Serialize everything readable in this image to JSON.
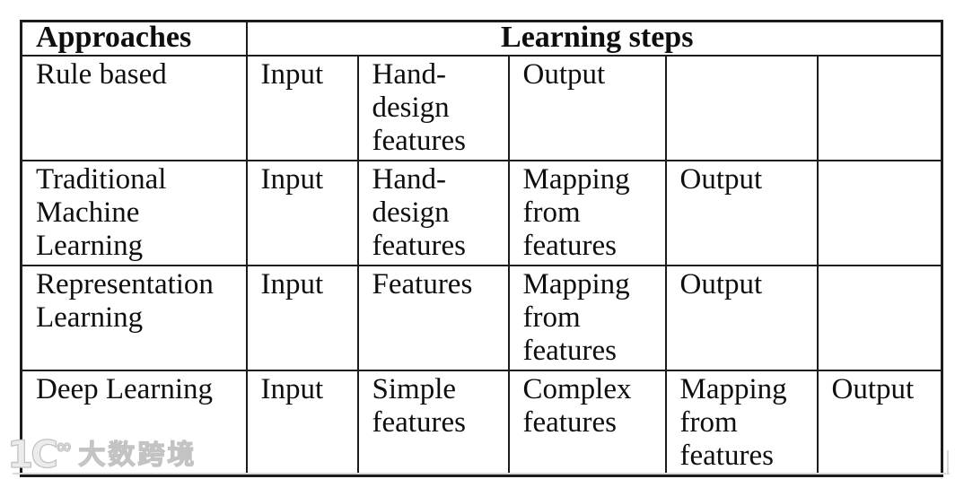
{
  "table": {
    "border_color": "#1c1c1c",
    "header": {
      "approaches": "Approaches",
      "learning_steps": "Learning steps"
    },
    "rows": [
      {
        "approach": "Rule based",
        "steps": [
          "Input",
          "Hand-design features",
          "Output",
          "",
          ""
        ]
      },
      {
        "approach": "Traditional Machine Learning",
        "steps": [
          "Input",
          "Hand-design features",
          "Mapping from features",
          "Output",
          ""
        ]
      },
      {
        "approach": "Representation Learning",
        "steps": [
          "Input",
          "Features",
          "Mapping from features",
          "Output",
          ""
        ]
      },
      {
        "approach": "Deep Learning",
        "steps": [
          "Input",
          "Simple features",
          "Complex features",
          "Mapping from features",
          "Output"
        ]
      }
    ]
  },
  "watermark": {
    "logo_main": "1C",
    "logo_sup": "∞",
    "text": "大数跨境",
    "color": "#c3c3c3"
  },
  "page": {
    "background": "#ffffff"
  }
}
